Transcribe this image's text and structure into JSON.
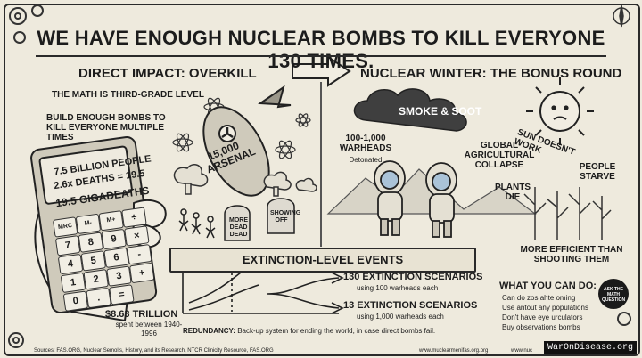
{
  "title": "WE HAVE ENOUGH NUCLEAR BOMBS TO KILL EVERYONE 130 TIMES.",
  "left": {
    "heading": "DIRECT IMPACT: OVERKILL",
    "subheading": "THE MATH IS THIRD-GRADE LEVEL",
    "build_text": "BUILD ENOUGH BOMBS TO KILL EVERYONE MULTIPLE TIMES",
    "calc_line1": "7.5 BILLION PEOPLE",
    "calc_line2": "2.6x DEATHS = 19.5",
    "calc_line3": "19.5 GIGADEATHS",
    "keys": [
      "MRC",
      "M-",
      "M+",
      "÷",
      "7",
      "8",
      "9",
      "×",
      "4",
      "5",
      "6",
      "-",
      "1",
      "2",
      "3",
      "+",
      "0",
      ".",
      "=",
      ""
    ],
    "bomb_label": "15,000 ARSENAL",
    "grave1": "MORE DEAD DEAD",
    "grave2": "SHOWING OFF",
    "cost_value": "$8.63 TRILLION",
    "cost_caption": "spent between 1940-1996"
  },
  "right": {
    "heading": "NUCLEAR WINTER: THE BONUS ROUND",
    "cloud_label": "SMOKE & SOOT",
    "warheads": "100-1,000 WARHEADS",
    "warheads_sub": "Detonated",
    "collapse": "GLOBAL AGRICULTURAL COLLAPSE",
    "sun_text": "SUN DOESN'T WORK",
    "plants": "PLANTS DIE",
    "starve": "PEOPLE STARVE",
    "efficient": "MORE EFFICIENT THAN SHOOTING THEM"
  },
  "extinction": {
    "heading": "EXTINCTION-LEVEL EVENTS",
    "row1_big": "130 EXTINCTION SCENARIOS",
    "row1_small": "using 100 warheads each",
    "row2_big": "13 EXTINCTION SCENARIOS",
    "row2_small": "using 1,000 warheads each",
    "redundancy_label": "REDUNDANCY:",
    "redundancy_text": "Back-up system for ending the world, in case direct bombs fail."
  },
  "action": {
    "heading": "WHAT YOU CAN DO:",
    "badge": "ASK THE MATH QUESTION",
    "items": [
      "Can do zos ahte oming",
      "Use antout any populations",
      "Don't have eye urculators",
      "Buy observations bombs"
    ]
  },
  "footer": {
    "sources": "Sources: FAS.ORG, Nuclear Semolis, History, and its Research, NTCR Clinicity Resource, FAS.ORG",
    "url1": "www.muclearmenifas.org.org",
    "url2": "www.nuc",
    "watermark": "WarOnDisease.org"
  }
}
